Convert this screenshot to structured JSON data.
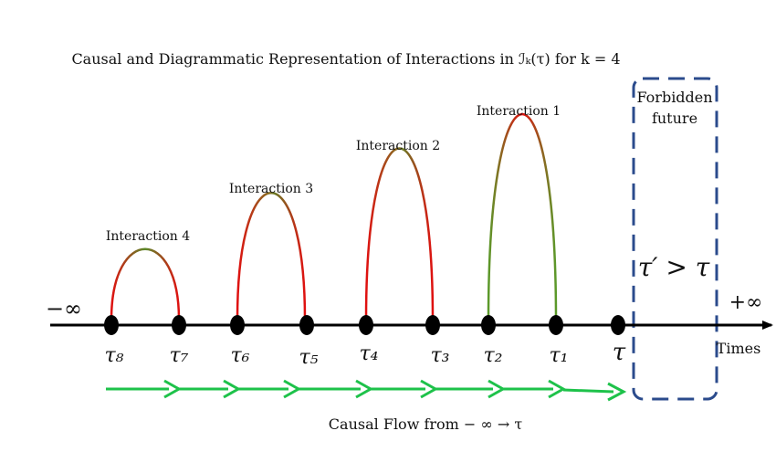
{
  "title": "Causal and Diagrammatic Representation of Interactions in ℐₖ(τ) for k = 4",
  "axis": {
    "minus_infinity": "−∞",
    "plus_infinity": "+∞",
    "end_label": "Times"
  },
  "points": [
    {
      "label": "τ₈"
    },
    {
      "label": "τ₇"
    },
    {
      "label": "τ₆"
    },
    {
      "label": "τ₅"
    },
    {
      "label": "τ₄"
    },
    {
      "label": "τ₃"
    },
    {
      "label": "τ₂"
    },
    {
      "label": "τ₁"
    },
    {
      "label": "τ"
    }
  ],
  "interactions": [
    {
      "label": "Interaction 4"
    },
    {
      "label": "Interaction 3"
    },
    {
      "label": "Interaction 2"
    },
    {
      "label": "Interaction 1"
    }
  ],
  "forbidden": {
    "line1": "Forbidden",
    "line2": "future",
    "condition": "τ′ > τ"
  },
  "causal_flow_label": "Causal Flow from − ∞ → τ",
  "colors": {
    "axis": "#000000",
    "arc_red": "#e01010",
    "arc_green": "#5a9a2a",
    "flow_arrow": "#1ec24a",
    "box_border": "#2b4b8c"
  }
}
